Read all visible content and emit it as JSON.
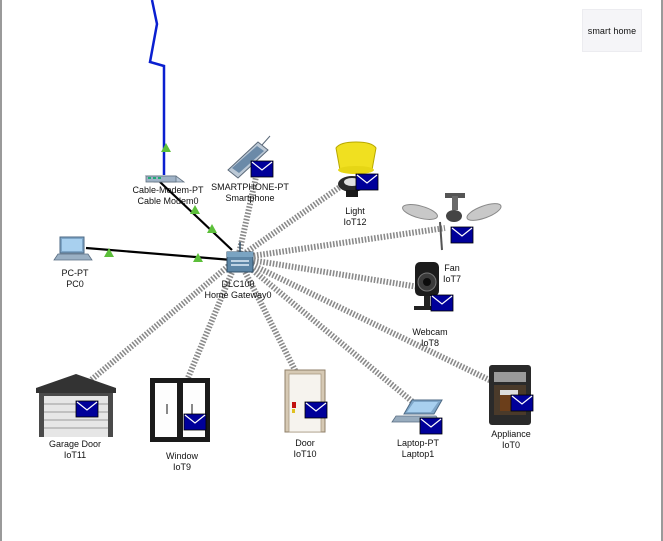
{
  "note": {
    "text": "smart home"
  },
  "devices": {
    "cable_modem": {
      "model": "Cable-Modem-PT",
      "name": "Cable Modem0"
    },
    "smartphone": {
      "model": "SMARTPHONE-PT",
      "name": "Smartphone"
    },
    "light": {
      "model": "Light",
      "name": "IoT12"
    },
    "fan": {
      "model": "Fan",
      "name": "IoT7"
    },
    "pc": {
      "model": "PC-PT",
      "name": "PC0"
    },
    "gateway": {
      "model": "DLC100",
      "name": "Home Gateway0"
    },
    "webcam": {
      "model": "Webcam",
      "name": "IoT8"
    },
    "garage_door": {
      "model": "Garage Door",
      "name": "IoT11"
    },
    "window": {
      "model": "Window",
      "name": "IoT9"
    },
    "door": {
      "model": "Door",
      "name": "IoT10"
    },
    "laptop": {
      "model": "Laptop-PT",
      "name": "Laptop1"
    },
    "appliance": {
      "model": "Appliance",
      "name": "IoT0"
    }
  },
  "colors": {
    "cable_link": "#0a1fd0",
    "wired_link": "#000000",
    "wireless_link": "#7f7f7f",
    "link_indicator": "#5cbf3a",
    "mail_icon_bg": "#00009a"
  }
}
